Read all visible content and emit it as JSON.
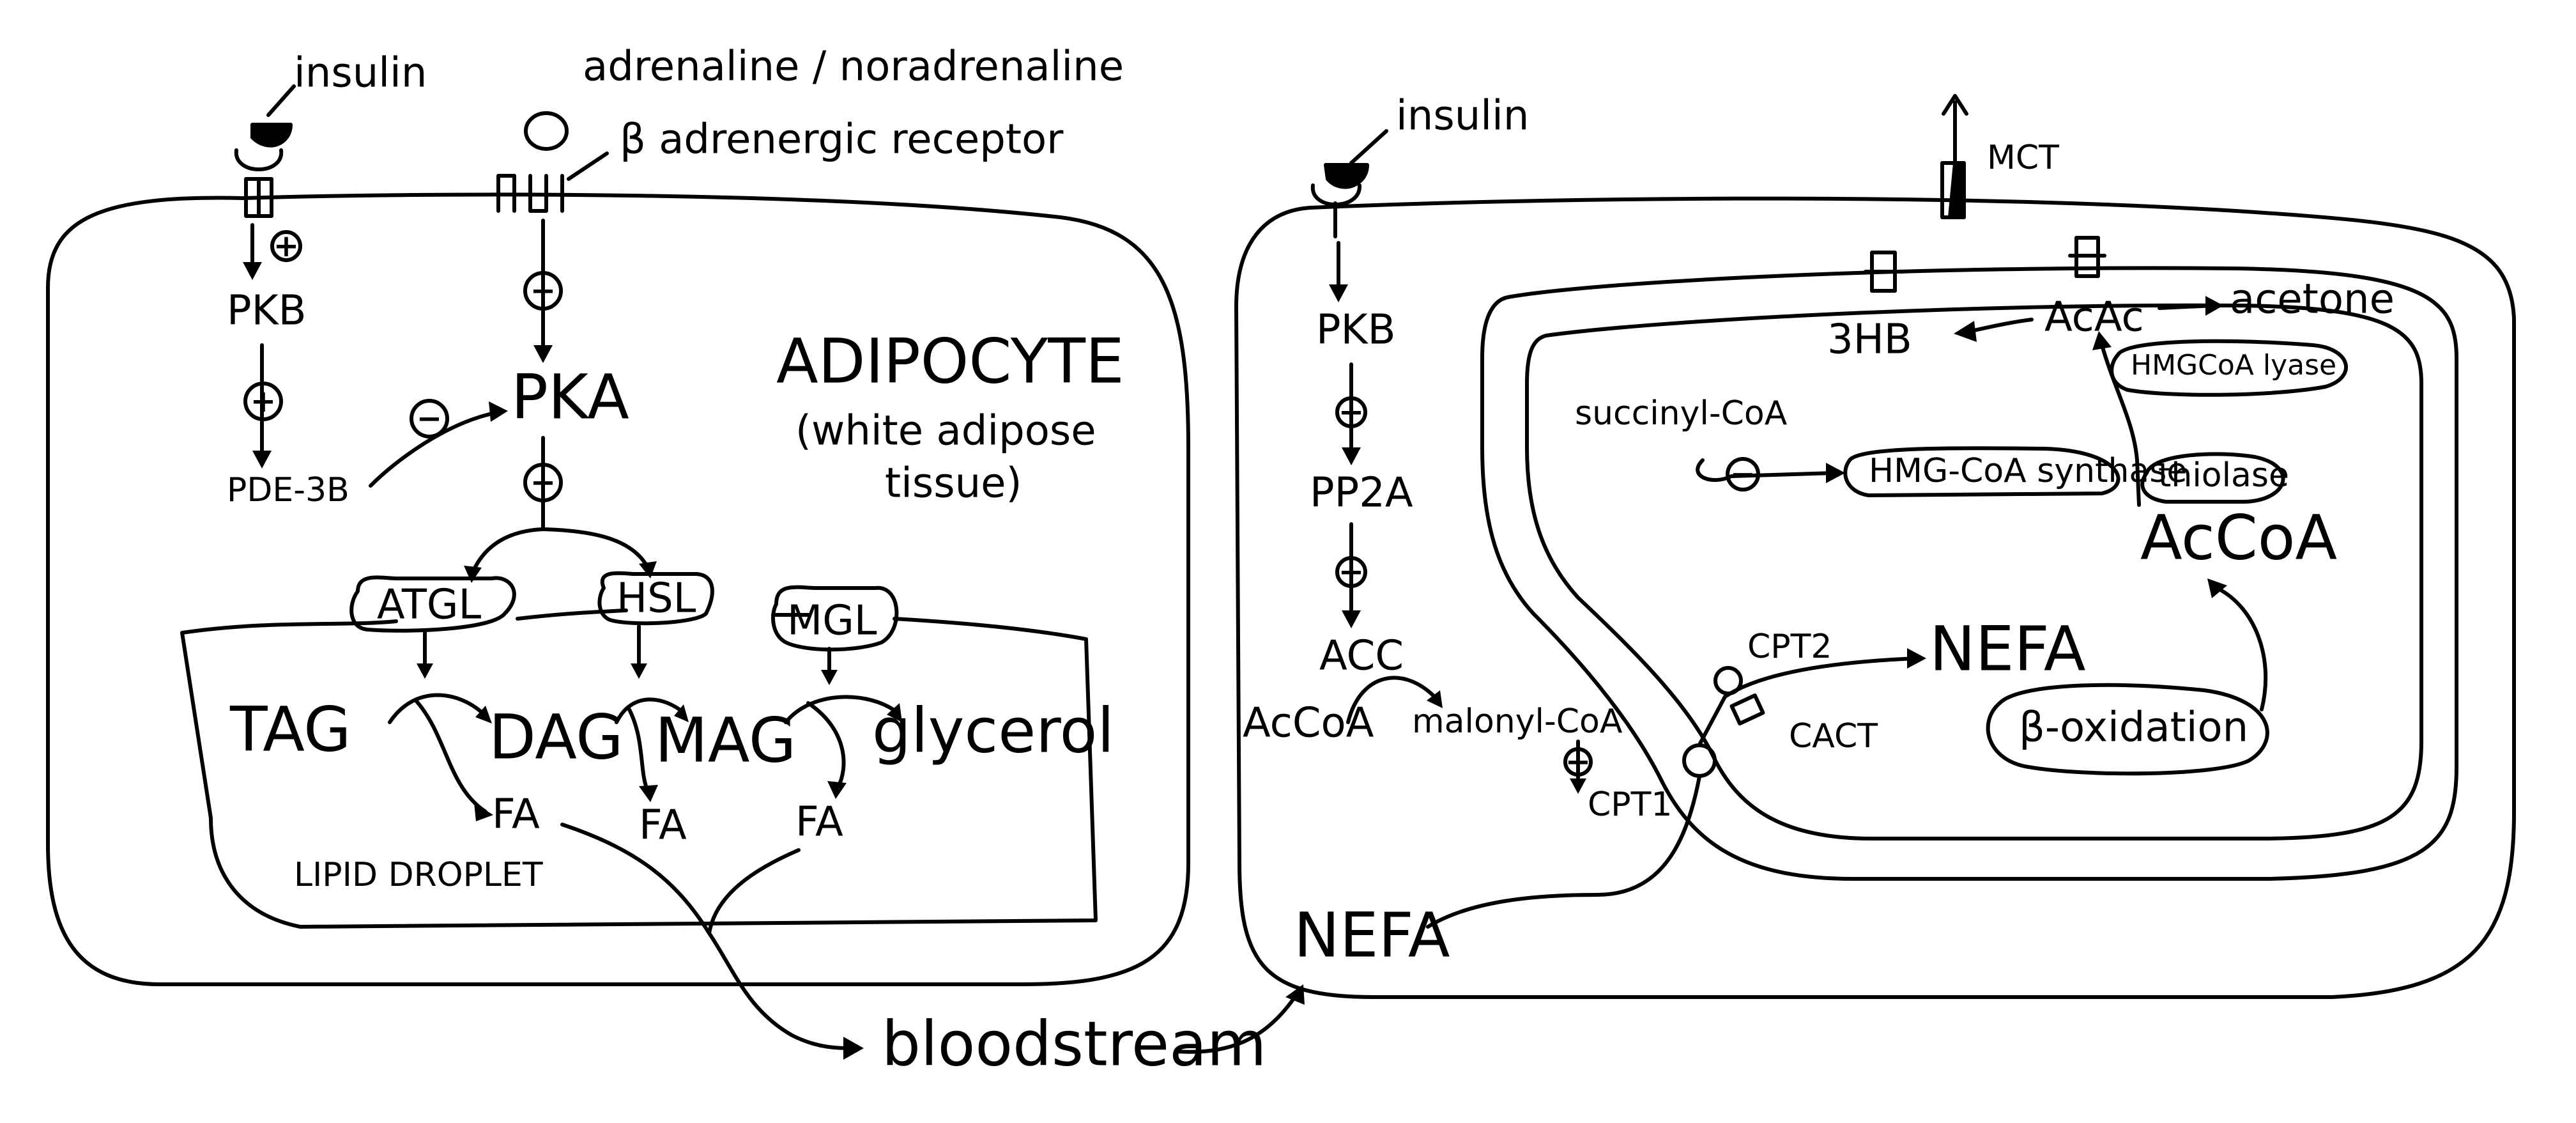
{
  "adipocyte": {
    "insulin": "insulin",
    "hormones": "adrenaline / noradrenaline",
    "receptor": "β adrenergic receptor",
    "pkb": "PKB",
    "pde3b": "PDE-3B",
    "pka": "PKA",
    "title": "ADIPOCYTE",
    "subtitle_1": "(white adipose",
    "subtitle_2": "tissue)",
    "atgl": "ATGL",
    "hsl": "HSL",
    "mgl": "MGL",
    "tag": "TAG",
    "dag": "DAG",
    "mag": "MAG",
    "glycerol": "glycerol",
    "fa_1": "FA",
    "fa_2": "FA",
    "fa_3": "FA",
    "lipid_droplet": "LIPID DROPLET"
  },
  "bloodstream": "bloodstream",
  "hepatocyte": {
    "insulin": "insulin",
    "pkb": "PKB",
    "pp2a": "PP2A",
    "acc": "ACC",
    "accoa": "AcCoA",
    "malonyl_coa": "malonyl-CoA",
    "cpt1": "CPT1",
    "cpt2": "CPT2",
    "cact": "CACT",
    "nefa_cytosol": "NEFA",
    "nefa_mito": "NEFA",
    "beta_oxidation": "β-oxidation",
    "acetyl_coa": "AcCoA",
    "thiolase": "thiolase",
    "hmg_synthase": "HMG-CoA synthase",
    "hmg_lyase": "HMGCoA lyase",
    "succinyl_coa": "succinyl-CoA",
    "three_hb": "3HB",
    "acac": "AcAc",
    "acetone": "acetone",
    "mct": "MCT"
  },
  "signs": {
    "plus": "+",
    "minus": "−"
  }
}
